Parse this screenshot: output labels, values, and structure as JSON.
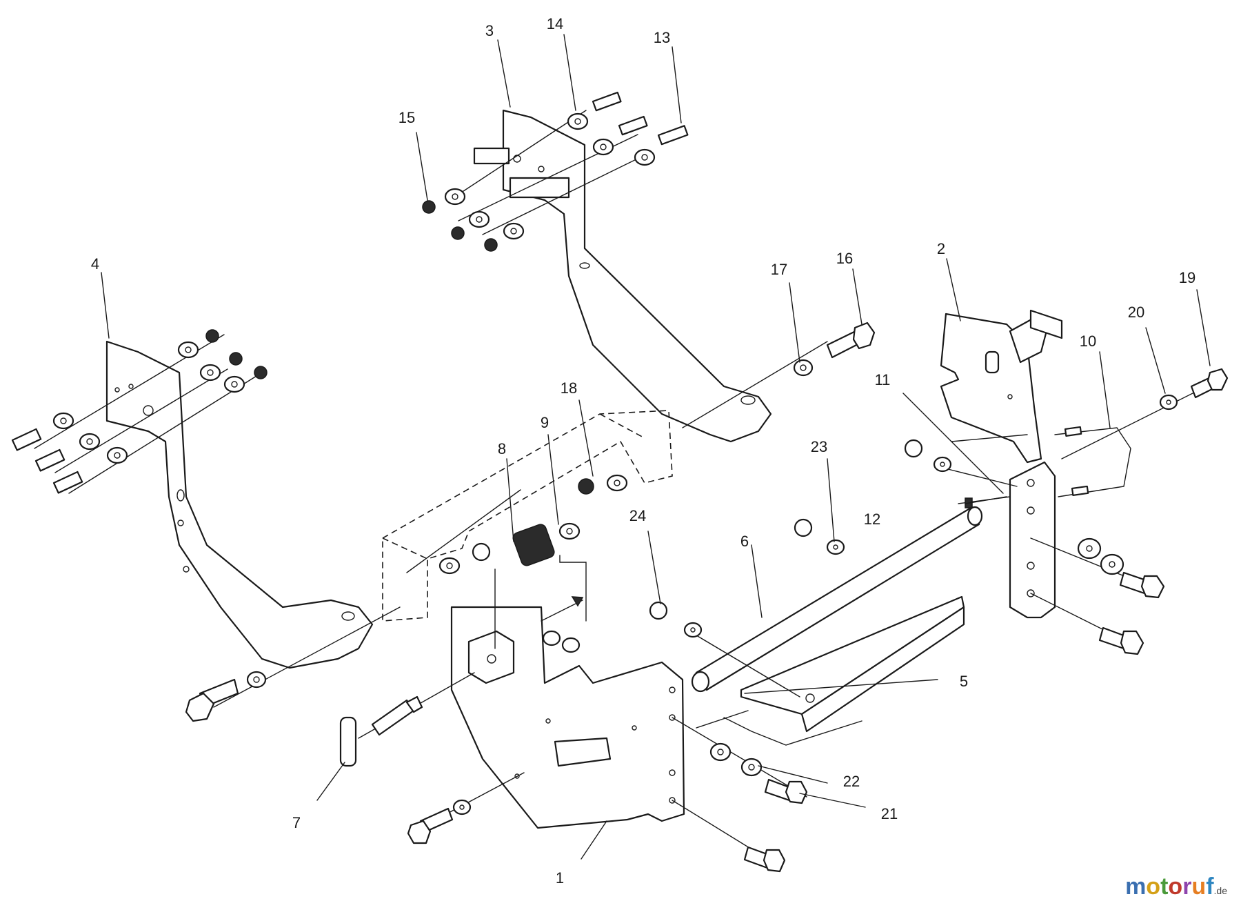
{
  "diagram": {
    "callouts": [
      {
        "label": "1"
      },
      {
        "label": "2"
      },
      {
        "label": "3"
      },
      {
        "label": "4"
      },
      {
        "label": "5"
      },
      {
        "label": "6"
      },
      {
        "label": "7"
      },
      {
        "label": "8"
      },
      {
        "label": "9"
      },
      {
        "label": "10"
      },
      {
        "label": "11"
      },
      {
        "label": "12"
      },
      {
        "label": "13"
      },
      {
        "label": "14"
      },
      {
        "label": "15"
      },
      {
        "label": "16"
      },
      {
        "label": "17"
      },
      {
        "label": "18"
      },
      {
        "label": "19"
      },
      {
        "label": "20"
      },
      {
        "label": "21"
      },
      {
        "label": "22"
      },
      {
        "label": "23"
      },
      {
        "label": "24"
      }
    ]
  },
  "watermark": {
    "letters": [
      "m",
      "o",
      "t",
      "o",
      "r",
      "u",
      "f"
    ],
    "letter_colors": [
      "#3a6fb0",
      "#d4a017",
      "#4a9a3a",
      "#c0392b",
      "#8e44ad",
      "#e67e22",
      "#2e86c1"
    ],
    "suffix": ".de"
  }
}
